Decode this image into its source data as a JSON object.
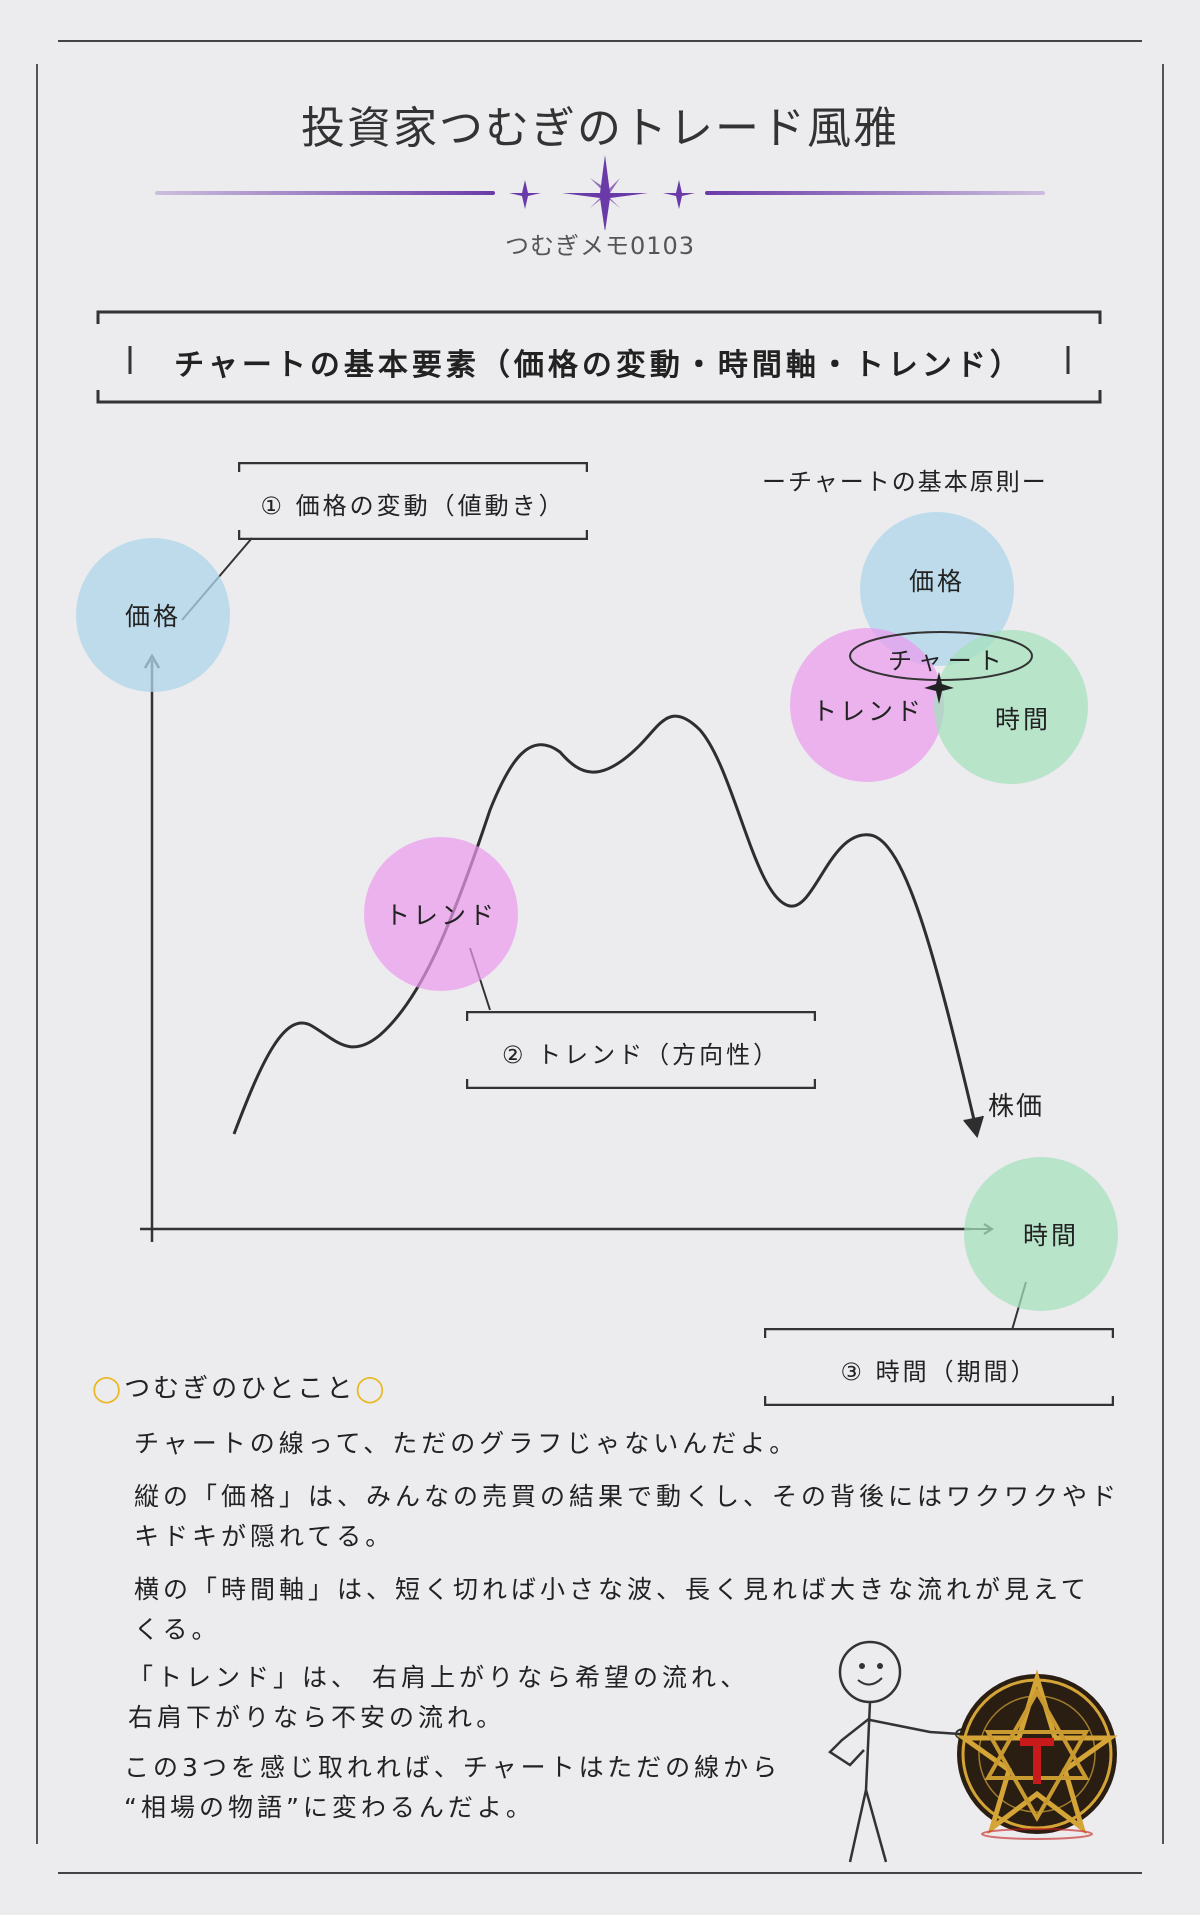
{
  "header": {
    "title": "投資家つむぎのトレード風雅",
    "subtitle": "つむぎメモ0103"
  },
  "section_heading": "チャートの基本要素（価格の変動・時間軸・トレンド）",
  "diagram": {
    "labels": {
      "price_change": "① 価格の変動（値動き）",
      "trend": "② トレンド（方向性）",
      "time_period": "③ 時間（期間）"
    },
    "circles": {
      "price": "価格",
      "trend": "トレンド",
      "time": "時間"
    },
    "stock_price_label": "株価",
    "principles": {
      "title": "ーチャートの基本原則ー",
      "price": "価格",
      "chart": "チャート",
      "trend": "トレンド",
      "time": "時間"
    }
  },
  "notes": {
    "title": "つむぎのひとこと",
    "lines": [
      "チャートの線って、ただのグラフじゃないんだよ。",
      "縦の「価格」は、みんなの売買の結果で動くし、その背後にはワクワクやド",
      "キドキが隠れてる。",
      "横の「時間軸」は、短く切れば小さな波、長く見れば大きな流れが見えて",
      "くる。",
      "「トレンド」は、 右肩上がりなら希望の流れ、",
      "右肩下がりなら不安の流れ。",
      "この3つを感じ取れれば、チャートはただの線から",
      "“相場の物語”に変わるんだよ。"
    ]
  },
  "colors": {
    "accent_purple": "#6a3aa8",
    "circle_blue": "#aed6ea",
    "circle_pink": "#ec9aee",
    "circle_green": "#a4e0bc",
    "emblem_red": "#c81a1a",
    "emblem_gold": "#d4a437"
  }
}
